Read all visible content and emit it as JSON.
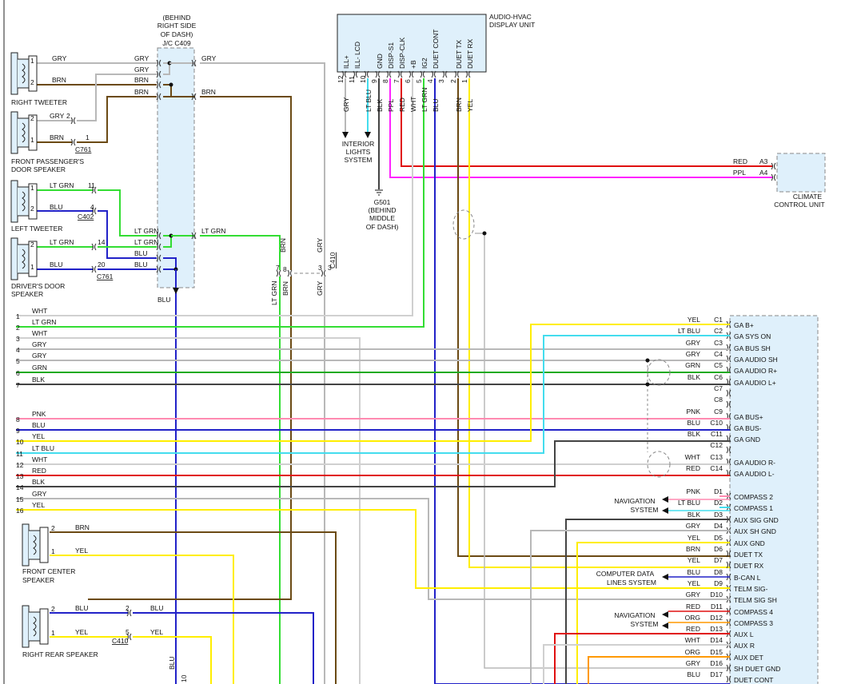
{
  "colors": {
    "GRY": "#b8b8b8",
    "BRN": "#6b4a14",
    "LT GRN": "#33dd33",
    "BLU": "#2222c8",
    "WHT": "#d0d0d0",
    "GRN": "#22aa22",
    "BLK": "#444444",
    "PNK": "#ff8ab0",
    "YEL": "#ffee00",
    "LT BLU": "#44ddee",
    "RED": "#e01010",
    "PPL": "#ff22ff",
    "ORG": "#ff9900",
    "DASH": "#888888",
    "CONNECTOR_FILL": "#dff0fb"
  },
  "labels": {
    "jc_caption": [
      "(BEHIND",
      "RIGHT SIDE",
      "OF DASH)",
      "J/C C409"
    ],
    "display_unit": [
      "AUDIO-HVAC",
      "DISPLAY UNIT"
    ],
    "right_tweeter": "RIGHT TWEETER",
    "front_pass": [
      "FRONT PASSENGER'S",
      "DOOR SPEAKER"
    ],
    "left_tweeter": "LEFT TWEETER",
    "drivers_door": [
      "DRIVER'S DOOR",
      "SPEAKER"
    ],
    "front_center": [
      "FRONT CENTER",
      "SPEAKER"
    ],
    "right_rear": "RIGHT REAR SPEAKER",
    "interior_lights": [
      "INTERIOR",
      "LIGHTS",
      "SYSTEM"
    ],
    "g501": [
      "G501",
      "(BEHIND",
      "MIDDLE",
      "OF DASH)"
    ],
    "climate": [
      "CLIMATE",
      "CONTROL UNIT"
    ],
    "navigation_1": [
      "NAVIGATION",
      "SYSTEM"
    ],
    "comp_data": [
      "COMPUTER DATA",
      "LINES SYSTEM"
    ],
    "navigation_2": [
      "NAVIGATION",
      "SYSTEM"
    ],
    "c761": "C761",
    "c402": "C402",
    "c761b": "C761",
    "c410": "C410",
    "c410b": "C410",
    "blu_bottom": "BLU",
    "blu_bottom2": "BLU",
    "ten": "10"
  },
  "du_pins": [
    {
      "num": "12",
      "label": "ILL+"
    },
    {
      "num": "11",
      "label": "ILL- LCD"
    },
    {
      "num": "10",
      "label": ""
    },
    {
      "num": "9",
      "label": "GND"
    },
    {
      "num": "8",
      "label": "DISP-S1"
    },
    {
      "num": "7",
      "label": "DISP-CLK"
    },
    {
      "num": "6",
      "label": "+B"
    },
    {
      "num": "5",
      "label": "IG2"
    },
    {
      "num": "4",
      "label": "DUET CONT"
    },
    {
      "num": "3",
      "label": ""
    },
    {
      "num": "2",
      "label": "DUET TX"
    },
    {
      "num": "1",
      "label": "DUET RX"
    }
  ],
  "du_wire_labels": [
    {
      "pin": "12",
      "color": "GRY"
    },
    {
      "pin": "10",
      "color": "LT BLU"
    },
    {
      "pin": "9",
      "color": "BLK"
    },
    {
      "pin": "8",
      "color": "PPL"
    },
    {
      "pin": "7",
      "color": "RED"
    },
    {
      "pin": "6",
      "color": "WHT"
    },
    {
      "pin": "5",
      "color": "LT GRN"
    },
    {
      "pin": "4",
      "color": "BLU"
    },
    {
      "pin": "2",
      "color": "BRN"
    },
    {
      "pin": "1",
      "color": "YEL"
    }
  ],
  "climate_pins": [
    {
      "color": "RED",
      "pin": "A3"
    },
    {
      "color": "PPL",
      "pin": "A4"
    }
  ],
  "jc_left": [
    "GRY",
    "GRY",
    "BRN",
    "BRN",
    "LT GRN",
    "LT GRN",
    "BLU",
    "BLU"
  ],
  "jc_right": [
    "GRY",
    "BRN",
    "LT GRN"
  ],
  "speaker_wires": [
    {
      "speaker": "right-tweeter",
      "pin": "1",
      "color": "GRY"
    },
    {
      "speaker": "right-tweeter",
      "pin": "2",
      "color": "BRN"
    },
    {
      "speaker": "front-pass",
      "pin": "2",
      "color": "GRY",
      "cpin": "2"
    },
    {
      "speaker": "front-pass",
      "pin": "1",
      "color": "BRN",
      "cpin": "1"
    },
    {
      "speaker": "left-tweeter",
      "pin": "1",
      "color": "LT GRN",
      "cpin": "11"
    },
    {
      "speaker": "left-tweeter",
      "pin": "2",
      "color": "BLU",
      "cpin": "4"
    },
    {
      "speaker": "drivers-door",
      "pin": "2",
      "color": "LT GRN",
      "cpin": "14"
    },
    {
      "speaker": "drivers-door",
      "pin": "1",
      "color": "BLU",
      "cpin": "20"
    },
    {
      "speaker": "front-center",
      "pin": "2",
      "color": "BRN"
    },
    {
      "speaker": "front-center",
      "pin": "1",
      "color": "YEL"
    },
    {
      "speaker": "right-rear",
      "pin": "2",
      "color": "BLU",
      "cpin": "2"
    },
    {
      "speaker": "right-rear",
      "pin": "1",
      "color": "YEL",
      "cpin": "5"
    }
  ],
  "vertical_labels": [
    {
      "text": "BRN"
    },
    {
      "text": "GRY"
    },
    {
      "text": "LT GRN"
    },
    {
      "text": "BRN"
    },
    {
      "text": "GRY"
    },
    {
      "text": "7"
    },
    {
      "text": "8"
    },
    {
      "text": "3"
    },
    {
      "text": "3"
    }
  ],
  "bus_rows": [
    {
      "num": "1",
      "color": "WHT"
    },
    {
      "num": "2",
      "color": "LT GRN"
    },
    {
      "num": "3",
      "color": "WHT"
    },
    {
      "num": "4",
      "color": "GRY"
    },
    {
      "num": "5",
      "color": "GRY"
    },
    {
      "num": "6",
      "color": "GRN"
    },
    {
      "num": "7",
      "color": "BLK"
    },
    {
      "num": "8",
      "color": "PNK"
    },
    {
      "num": "9",
      "color": "BLU"
    },
    {
      "num": "10",
      "color": "YEL"
    },
    {
      "num": "11",
      "color": "LT BLU"
    },
    {
      "num": "12",
      "color": "WHT"
    },
    {
      "num": "13",
      "color": "RED"
    },
    {
      "num": "14",
      "color": "BLK"
    },
    {
      "num": "15",
      "color": "GRY"
    },
    {
      "num": "16",
      "color": "YEL"
    }
  ],
  "right_pins": [
    {
      "pin": "C1",
      "wire": "YEL",
      "func": "GA B+"
    },
    {
      "pin": "C2",
      "wire": "LT BLU",
      "func": "GA SYS ON"
    },
    {
      "pin": "C3",
      "wire": "GRY",
      "func": "GA BUS SH"
    },
    {
      "pin": "C4",
      "wire": "GRY",
      "func": "GA AUDIO SH"
    },
    {
      "pin": "C5",
      "wire": "GRN",
      "func": "GA AUDIO R+"
    },
    {
      "pin": "C6",
      "wire": "BLK",
      "func": "GA AUDIO L+"
    },
    {
      "pin": "C7",
      "wire": "",
      "func": ""
    },
    {
      "pin": "C8",
      "wire": "",
      "func": ""
    },
    {
      "pin": "C9",
      "wire": "PNK",
      "func": "GA BUS+"
    },
    {
      "pin": "C10",
      "wire": "BLU",
      "func": "GA BUS-"
    },
    {
      "pin": "C11",
      "wire": "BLK",
      "func": "GA GND"
    },
    {
      "pin": "C12",
      "wire": "",
      "func": ""
    },
    {
      "pin": "C13",
      "wire": "WHT",
      "func": "GA AUDIO R-"
    },
    {
      "pin": "C14",
      "wire": "RED",
      "func": "GA AUDIO L-"
    },
    {
      "pin": "D1",
      "wire": "PNK",
      "func": "COMPASS 2"
    },
    {
      "pin": "D2",
      "wire": "LT BLU",
      "func": "COMPASS 1"
    },
    {
      "pin": "D3",
      "wire": "BLK",
      "func": "AUX SIG GND"
    },
    {
      "pin": "D4",
      "wire": "GRY",
      "func": "AUX SH GND"
    },
    {
      "pin": "D5",
      "wire": "YEL",
      "func": "AUX GND"
    },
    {
      "pin": "D6",
      "wire": "BRN",
      "func": "DUET TX"
    },
    {
      "pin": "D7",
      "wire": "YEL",
      "func": "DUET RX"
    },
    {
      "pin": "D8",
      "wire": "BLU",
      "func": "B-CAN L"
    },
    {
      "pin": "D9",
      "wire": "YEL",
      "func": "TELM SIG-"
    },
    {
      "pin": "D10",
      "wire": "GRY",
      "func": "TELM SIG SH"
    },
    {
      "pin": "D11",
      "wire": "RED",
      "func": "COMPASS 4"
    },
    {
      "pin": "D12",
      "wire": "ORG",
      "func": "COMPASS 3"
    },
    {
      "pin": "D13",
      "wire": "RED",
      "func": "AUX L"
    },
    {
      "pin": "D14",
      "wire": "WHT",
      "func": "AUX R"
    },
    {
      "pin": "D15",
      "wire": "ORG",
      "func": "AUX DET"
    },
    {
      "pin": "D16",
      "wire": "GRY",
      "func": "SH DUET GND"
    },
    {
      "pin": "D17",
      "wire": "BLU",
      "func": "DUET CONT"
    }
  ]
}
